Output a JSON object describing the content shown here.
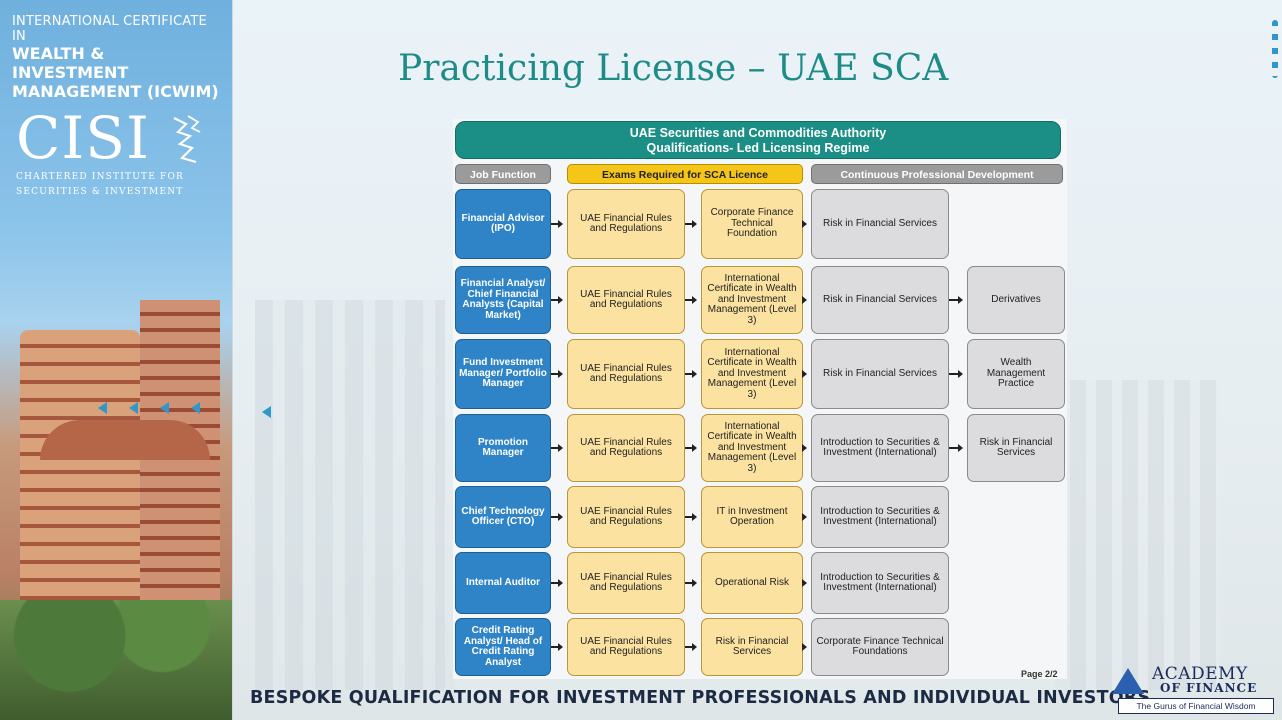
{
  "left_panel": {
    "line1": "INTERNATIONAL CERTIFICATE IN",
    "line2": "WEALTH & INVESTMENT",
    "line3": "MANAGEMENT (ICWIM)",
    "logo_word": "CISI",
    "logo_sub1": "CHARTERED INSTITUTE FOR",
    "logo_sub2": "SECURITIES & INVESTMENT"
  },
  "title": "Practicing License – UAE SCA",
  "chart_data": {
    "type": "table",
    "title_line1": "UAE Securities and Commodities Authority",
    "title_line2": "Qualifications- Led Licensing Regime",
    "headers": {
      "job": "Job Function",
      "exam": "Exams Required for SCA Licence",
      "cpd": "Continuous Professional Development"
    },
    "rows": [
      {
        "job": "Financial Advisor (IPO)",
        "exam1": "UAE Financial Rules and Regulations",
        "exam2": "Corporate Finance Technical Foundation",
        "cpd1": "Risk in Financial Services",
        "cpd2": ""
      },
      {
        "job": "Financial Analyst/ Chief Financial Analysts (Capital Market)",
        "exam1": "UAE Financial Rules and Regulations",
        "exam2": "International Certificate in Wealth and Investment Management (Level 3)",
        "cpd1": "Risk in Financial Services",
        "cpd2": "Derivatives"
      },
      {
        "job": "Fund Investment Manager/ Portfolio Manager",
        "exam1": "UAE Financial Rules and Regulations",
        "exam2": "International Certificate in Wealth and Investment Management (Level 3)",
        "cpd1": "Risk in Financial Services",
        "cpd2": "Wealth Management Practice"
      },
      {
        "job": "Promotion Manager",
        "exam1": "UAE Financial Rules and Regulations",
        "exam2": "International Certificate in Wealth and Investment Management (Level 3)",
        "cpd1": "Introduction to Securities & Investment (International)",
        "cpd2": "Risk in Financial Services"
      },
      {
        "job": "Chief Technology Officer (CTO)",
        "exam1": "UAE Financial Rules and Regulations",
        "exam2": "IT in Investment Operation",
        "cpd1": "Introduction to Securities & Investment (International)",
        "cpd2": ""
      },
      {
        "job": "Internal Auditor",
        "exam1": "UAE Financial Rules and Regulations",
        "exam2": "Operational Risk",
        "cpd1": "Introduction to Securities & Investment (International)",
        "cpd2": ""
      },
      {
        "job": "Credit Rating Analyst/ Head of Credit Rating Analyst",
        "exam1": "UAE Financial Rules and Regulations",
        "exam2": "Risk in Financial Services",
        "cpd1": "Corporate Finance Technical Foundations",
        "cpd2": ""
      }
    ],
    "page_label": "Page 2/2"
  },
  "footer": {
    "tagline": "BESPOKE QUALIFICATION FOR INVESTMENT PROFESSIONALS AND INDIVIDUAL INVESTORS",
    "logo_name": "ACADEMY",
    "logo_name2": "OF FINANCE",
    "logo_tagline": "The Gurus of Financial Wisdom"
  },
  "colors": {
    "title": "#1e8c86",
    "banner": "#1b8f85",
    "job_box": "#2f84c7",
    "exam_box": "#fbe2a0",
    "cpd_box": "#dcdcdf",
    "nav_arrow": "#2f97c9"
  },
  "icons": [
    "nav-arrow-icon",
    "cisi-crest-icon",
    "academy-triangle-icon"
  ]
}
